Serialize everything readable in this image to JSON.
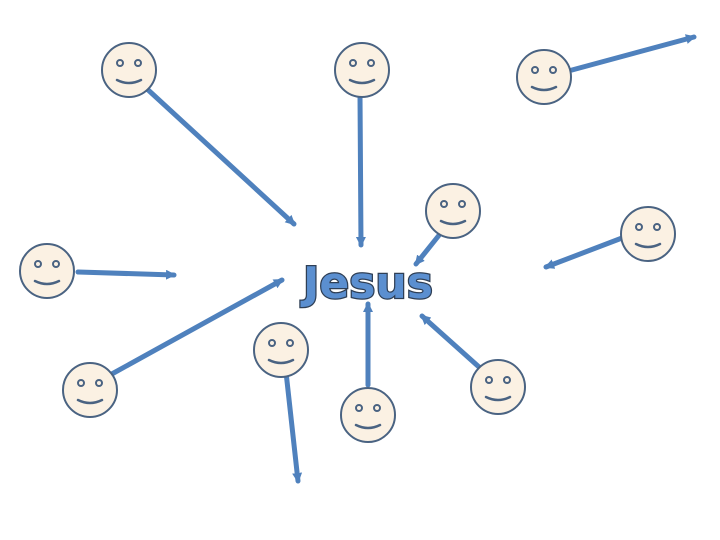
{
  "center": {
    "label": "Jesus",
    "fill_color": "#5b8fd0",
    "outline_color": "#2f3f55"
  },
  "face": {
    "fill_color": "#fbf1e3",
    "stroke_color": "#4a6382",
    "eye_color": "#4a6382",
    "icon": "smiley-face-icon"
  },
  "arrow": {
    "color": "#4f81bd"
  },
  "people": [
    {
      "id": "top-left",
      "arrow_direction": "toward-center"
    },
    {
      "id": "top-center",
      "arrow_direction": "toward-center"
    },
    {
      "id": "top-right",
      "arrow_direction": "away-from-center"
    },
    {
      "id": "inner-right",
      "arrow_direction": "toward-center"
    },
    {
      "id": "right",
      "arrow_direction": "toward-center"
    },
    {
      "id": "left",
      "arrow_direction": "toward-center"
    },
    {
      "id": "bottom-left",
      "arrow_direction": "toward-center"
    },
    {
      "id": "lower-left",
      "arrow_direction": "away-from-center"
    },
    {
      "id": "bottom-center",
      "arrow_direction": "toward-center"
    },
    {
      "id": "bottom-right",
      "arrow_direction": "toward-center"
    }
  ]
}
